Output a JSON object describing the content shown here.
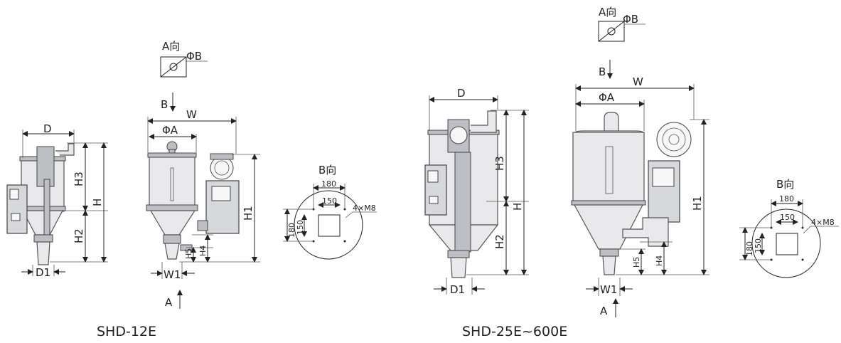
{
  "header_fragment": "",
  "labels": {
    "d": "D",
    "w": "W",
    "phi_a": "ΦA",
    "phi_b": "ΦB",
    "a_dir": "A向",
    "b_dir": "B向",
    "a": "A",
    "b": "B",
    "h": "H",
    "h1": "H1",
    "h2": "H2",
    "h3": "H3",
    "h4": "H4",
    "h5": "H5",
    "d1": "D1",
    "w1": "W1",
    "d180": "180",
    "d150": "150",
    "bolt": "4×M8"
  },
  "models": {
    "left": "SHD-12E",
    "right": "SHD-25E~600E"
  }
}
